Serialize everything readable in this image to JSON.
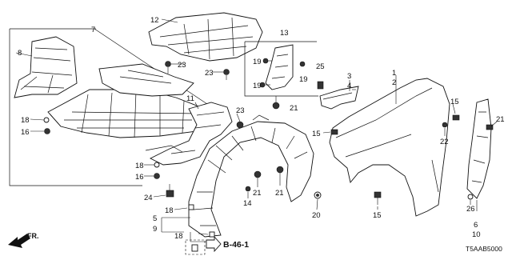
{
  "callouts": {
    "c1": "1",
    "c2": "2",
    "c3": "3",
    "c4": "4",
    "c5": "5",
    "c6": "6",
    "c7": "7",
    "c8": "8",
    "c9": "9",
    "c10": "10",
    "c11": "11",
    "c12": "12",
    "c13": "13",
    "c14": "14",
    "c15a": "15",
    "c15b": "15",
    "c15c": "15",
    "c16a": "16",
    "c16b": "16",
    "c18a": "18",
    "c18b": "18",
    "c18c": "18",
    "c18d": "18",
    "c19a": "19",
    "c19b": "19",
    "c19c": "19",
    "c20": "20",
    "c21a": "21",
    "c21b": "21",
    "c21c": "21",
    "c21d": "21",
    "c22": "22",
    "c23a": "23",
    "c23b": "23",
    "c23c": "23",
    "c24": "24",
    "c25": "25",
    "c26": "26"
  },
  "reference": "B-46-1",
  "direction_label": "FR.",
  "diagram_code": "T5AAB5000"
}
